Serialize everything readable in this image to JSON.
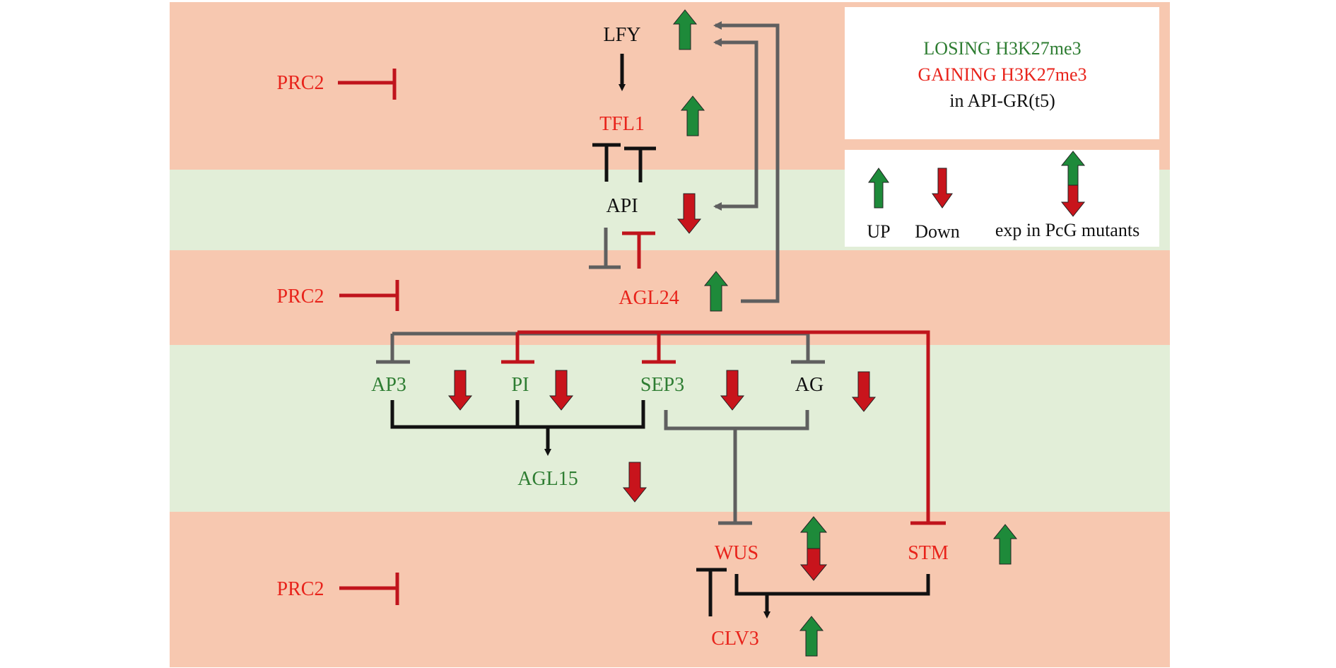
{
  "colors": {
    "pink_band": "#f7c8b0",
    "green_band": "#e2eed8",
    "red_text": "#e8231b",
    "green_text": "#2e7d32",
    "black_text": "#111111",
    "red_line": "#c0141c",
    "grey_line": "#5f5f5f",
    "up_arrow": "#1e8a3a",
    "down_arrow": "#c8141c"
  },
  "genes": {
    "lfy": "LFY",
    "tfl1": "TFL1",
    "api": "API",
    "agl24": "AGL24",
    "ap3": "AP3",
    "pi": "PI",
    "sep3": "SEP3",
    "ag": "AG",
    "agl15": "AGL15",
    "wus": "WUS",
    "stm": "STM",
    "clv3": "CLV3"
  },
  "prc2": {
    "top": "PRC2",
    "middle": "PRC2",
    "bottom": "PRC2"
  },
  "expression": {
    "lfy": "up",
    "tfl1": "up",
    "api": "down",
    "agl24": "up",
    "ap3": "down",
    "pi": "down",
    "sep3": "down",
    "ag": "down",
    "agl15": "down",
    "wus": "up-down",
    "stm": "up",
    "clv3": "up"
  },
  "legend": {
    "losing": "LOSING H3K27me3",
    "gaining": "GAINING H3K27me3",
    "context": "in API-GR(t5)",
    "up_label": "UP",
    "down_label": "Down",
    "exp_label": "exp in PcG mutants"
  }
}
